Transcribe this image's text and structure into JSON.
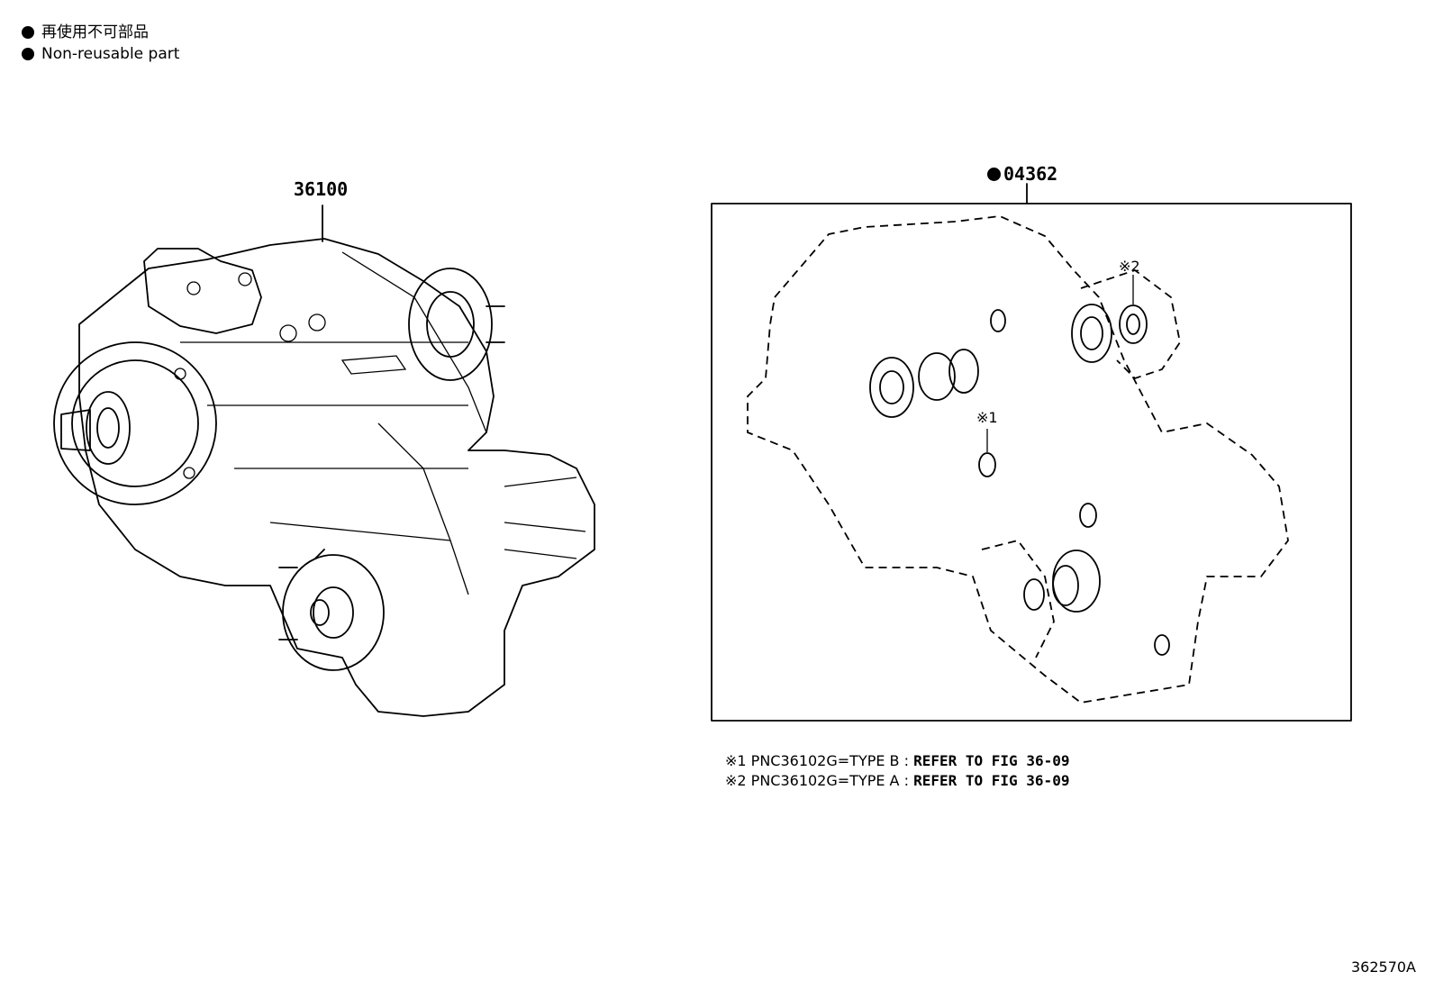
{
  "legend": {
    "line1": "再使用不可部品",
    "line2": "Non-reusable part"
  },
  "callouts": {
    "transfer_assy": "36100",
    "gasket_kit": "04362",
    "mark1": "※1",
    "mark2": "※2"
  },
  "notes": [
    {
      "prefix": "※1 PNC36102G=TYPE B : ",
      "ref": "REFER TO FIG 36-09"
    },
    {
      "prefix": "※2 PNC36102G=TYPE A : ",
      "ref": "REFER TO FIG 36-09"
    }
  ],
  "figure_code": "362570A"
}
